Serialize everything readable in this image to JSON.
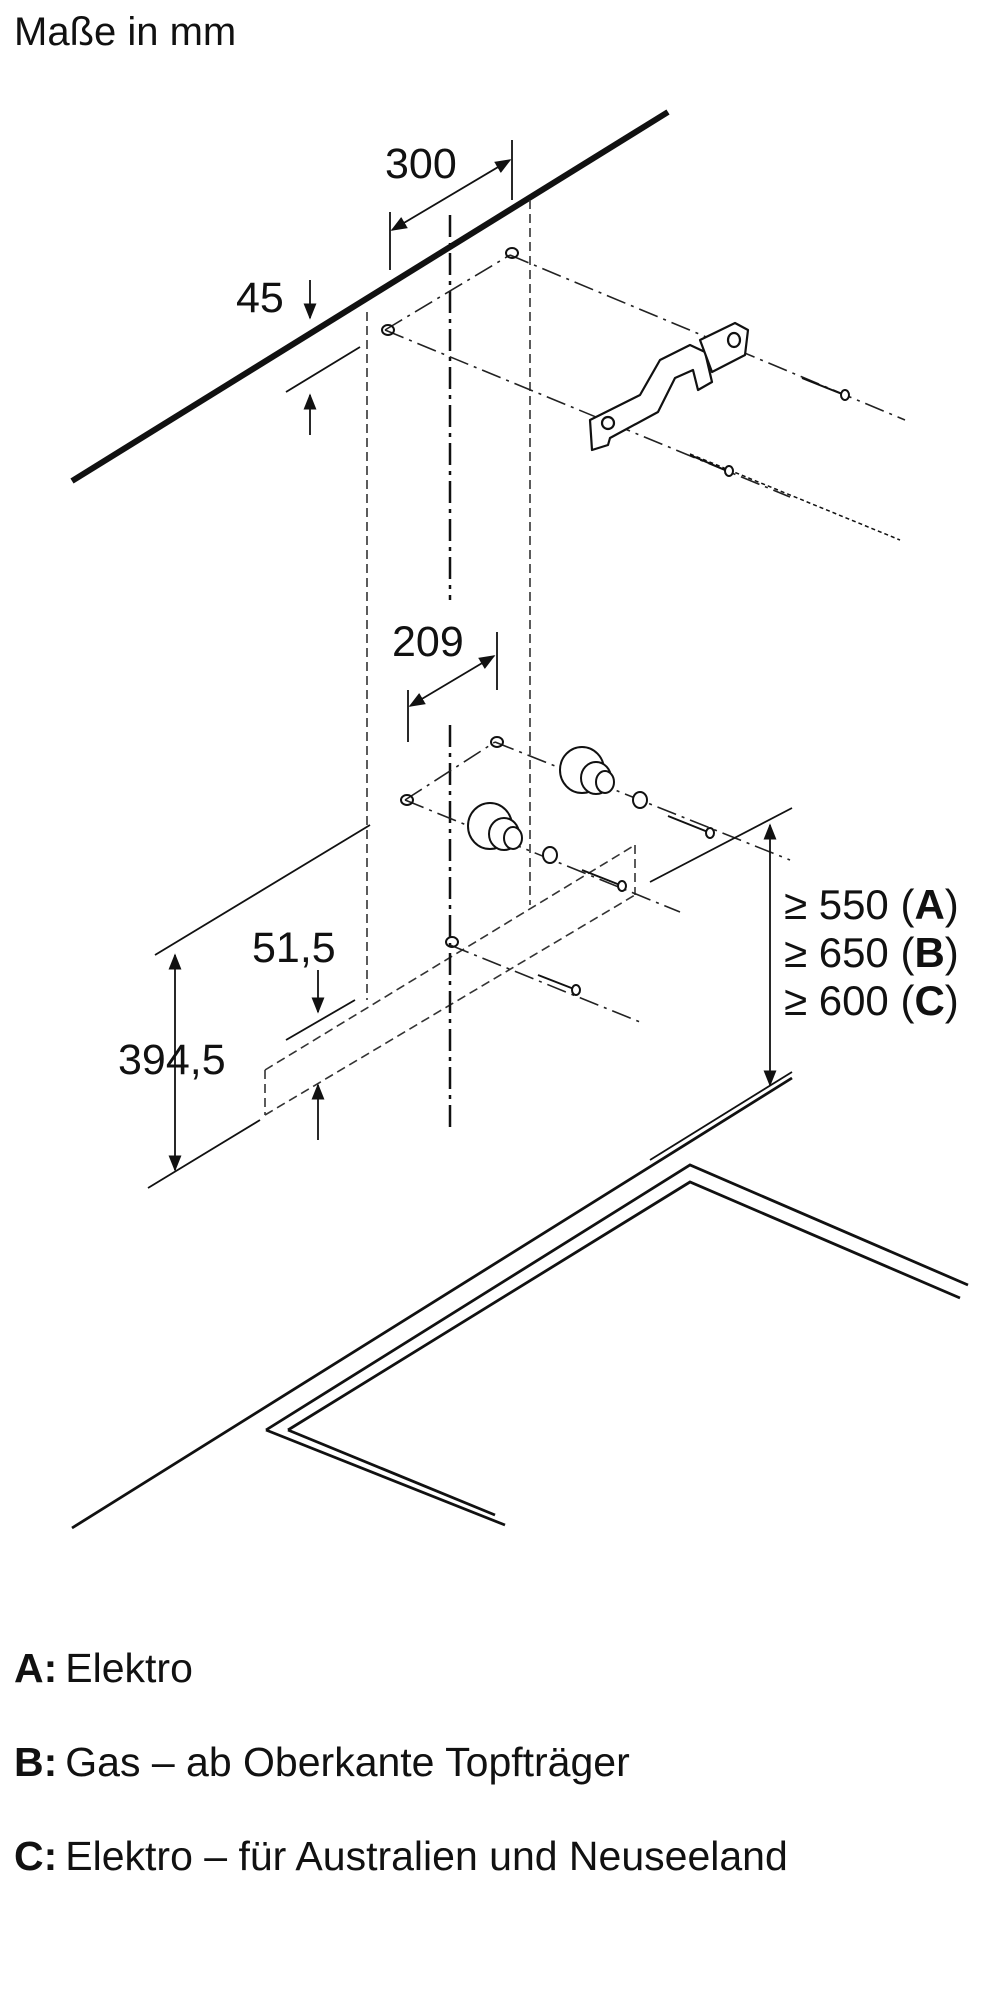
{
  "title": "Maße in mm",
  "dimensions": {
    "d300": "300",
    "d45": "45",
    "d209": "209",
    "d51_5": "51,5",
    "d394_5": "394,5"
  },
  "requirements": [
    {
      "sym": "≥ 550 (",
      "key": "A",
      "close": ")"
    },
    {
      "sym": "≥ 650 (",
      "key": "B",
      "close": ")"
    },
    {
      "sym": "≥ 600 (",
      "key": "C",
      "close": ")"
    }
  ],
  "legend": [
    {
      "key": "A:",
      "text": "Elektro"
    },
    {
      "key": "B:",
      "text": "Gas – ab Oberkante Topfträger"
    },
    {
      "key": "C:",
      "text": "Elektro – für Australien und Neuseeland"
    }
  ]
}
